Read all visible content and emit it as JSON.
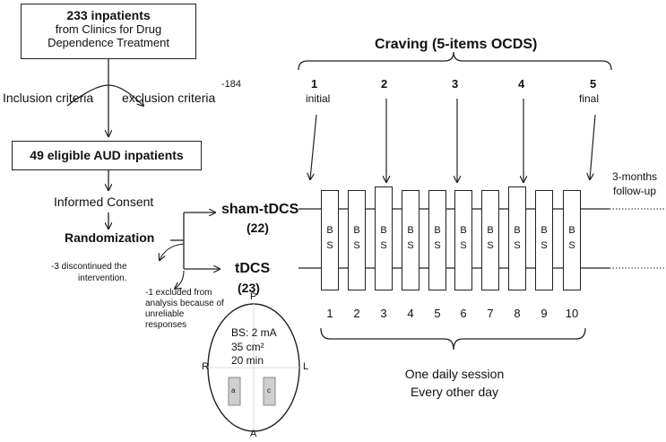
{
  "flow": {
    "source_count": "233 inpatients",
    "source_line2": "from Clinics for Drug",
    "source_line3": "Dependence Treatment",
    "inclusion": "Inclusion criteria",
    "exclusion": "exclusion criteria",
    "excluded_count": "-184",
    "eligible": "49 eligible AUD inpatients",
    "consent": "Informed Consent",
    "randomization": "Randomization",
    "discontinued_line1": "-3 discontinued the",
    "discontinued_line2": "intervention.",
    "excluded_line1": "-1 excluded from",
    "excluded_line2": "analysis because of",
    "excluded_line3": "unreliable",
    "excluded_line4": "responses"
  },
  "groups": {
    "sham_label": "sham-tDCS",
    "sham_n": "(22)",
    "active_label": "tDCS",
    "active_n": "(23)"
  },
  "craving": {
    "title": "Craving (5-items OCDS)",
    "points": [
      {
        "num": "1",
        "sub": "initial"
      },
      {
        "num": "2",
        "sub": ""
      },
      {
        "num": "3",
        "sub": ""
      },
      {
        "num": "4",
        "sub": ""
      },
      {
        "num": "5",
        "sub": "final"
      }
    ]
  },
  "sessions": {
    "block_line1": "B",
    "block_line2": "S",
    "numbers": [
      "1",
      "2",
      "3",
      "4",
      "5",
      "6",
      "7",
      "8",
      "9",
      "10"
    ],
    "caption_line1": "One daily session",
    "caption_line2": "Every other day",
    "followup_line1": "3-months",
    "followup_line2": "follow-up"
  },
  "montage": {
    "anterior_posterior_top": "P",
    "anterior_posterior_bottom": "A",
    "left": "L",
    "right": "R",
    "param1": "BS: 2 mA",
    "param2": "35 cm²",
    "param3": "20 min",
    "electrode_a": "a",
    "electrode_c": "c"
  }
}
